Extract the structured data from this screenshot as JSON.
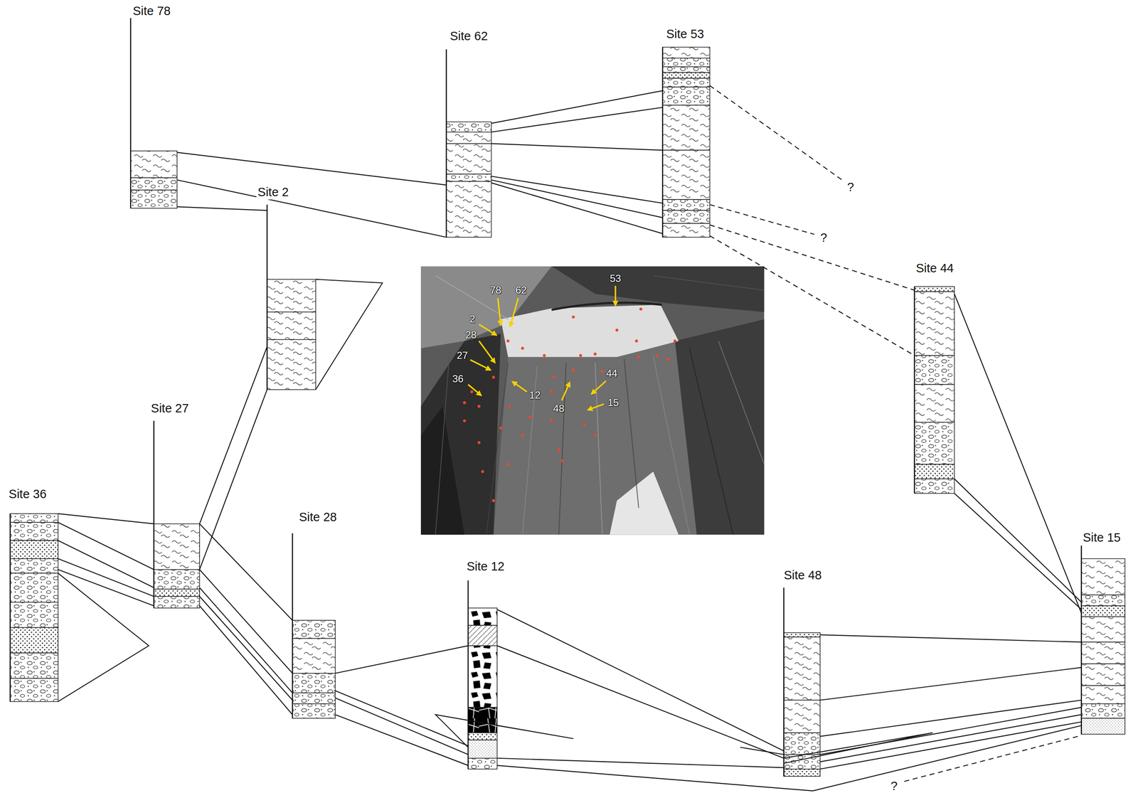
{
  "diagram": {
    "nodes": [
      {
        "text": [
          "Site 78"
        ]
      },
      {
        "text": [
          "Site 62"
        ]
      },
      {
        "text": [
          "Site 53"
        ]
      },
      {
        "text": [
          "Site 2"
        ]
      },
      {
        "text": [
          "Site 44"
        ]
      },
      {
        "text": [
          "Site 27"
        ]
      },
      {
        "text": [
          "Site 36"
        ]
      },
      {
        "text": [
          "Site 28"
        ]
      },
      {
        "text": [
          "Site 12"
        ]
      },
      {
        "text": [
          "Site 48"
        ]
      },
      {
        "text": [
          "Site 15"
        ]
      }
    ],
    "edges": [
      {
        "from": 0,
        "to": 1,
        "arrow": "none"
      },
      {
        "from": 0,
        "to": 1,
        "arrow": "none"
      },
      {
        "from": 0,
        "to": 3,
        "arrow": "none"
      },
      {
        "from": 1,
        "to": 2,
        "arrow": "none"
      },
      {
        "from": 1,
        "to": 2,
        "arrow": "none"
      },
      {
        "from": 1,
        "to": 2,
        "arrow": "none"
      },
      {
        "from": 1,
        "to": 2,
        "arrow": "none"
      },
      {
        "from": 1,
        "to": 2,
        "arrow": "none"
      },
      {
        "from": 1,
        "to": 2,
        "arrow": "none"
      },
      {
        "from": 2,
        "to": 4,
        "arrow": "none"
      },
      {
        "from": 2,
        "to": 4,
        "arrow": "none"
      },
      {
        "from": 5,
        "to": 3,
        "arrow": "none"
      },
      {
        "from": 5,
        "to": 3,
        "arrow": "none"
      },
      {
        "from": 6,
        "to": 5,
        "arrow": "none"
      },
      {
        "from": 6,
        "to": 5,
        "arrow": "none"
      },
      {
        "from": 6,
        "to": 5,
        "arrow": "none"
      },
      {
        "from": 6,
        "to": 5,
        "arrow": "none"
      },
      {
        "from": 6,
        "to": 5,
        "arrow": "none"
      },
      {
        "from": 5,
        "to": 7,
        "arrow": "none"
      },
      {
        "from": 5,
        "to": 7,
        "arrow": "none"
      },
      {
        "from": 5,
        "to": 7,
        "arrow": "none"
      },
      {
        "from": 5,
        "to": 7,
        "arrow": "none"
      },
      {
        "from": 5,
        "to": 7,
        "arrow": "none"
      },
      {
        "from": 7,
        "to": 8,
        "arrow": "none"
      },
      {
        "from": 7,
        "to": 8,
        "arrow": "none"
      },
      {
        "from": 7,
        "to": 8,
        "arrow": "none"
      },
      {
        "from": 7,
        "to": 8,
        "arrow": "none"
      },
      {
        "from": 8,
        "to": 9,
        "arrow": "none"
      },
      {
        "from": 8,
        "to": 9,
        "arrow": "none"
      },
      {
        "from": 8,
        "to": 9,
        "arrow": "none"
      },
      {
        "from": 8,
        "to": 10,
        "arrow": "none"
      },
      {
        "from": 9,
        "to": 10,
        "arrow": "none"
      },
      {
        "from": 9,
        "to": 10,
        "arrow": "none"
      },
      {
        "from": 9,
        "to": 10,
        "arrow": "none"
      },
      {
        "from": 9,
        "to": 10,
        "arrow": "none"
      },
      {
        "from": 9,
        "to": 10,
        "arrow": "none"
      },
      {
        "from": 9,
        "to": 10,
        "arrow": "none"
      },
      {
        "from": 4,
        "to": 10,
        "arrow": "none"
      },
      {
        "from": 4,
        "to": 10,
        "arrow": "none"
      },
      {
        "from": 4,
        "to": 10,
        "arrow": "none"
      }
    ],
    "labels": [
      "53",
      "78",
      "62",
      "2",
      "28",
      "27",
      "36",
      "12",
      "44",
      "48",
      "15",
      "?",
      "?",
      "?"
    ]
  }
}
